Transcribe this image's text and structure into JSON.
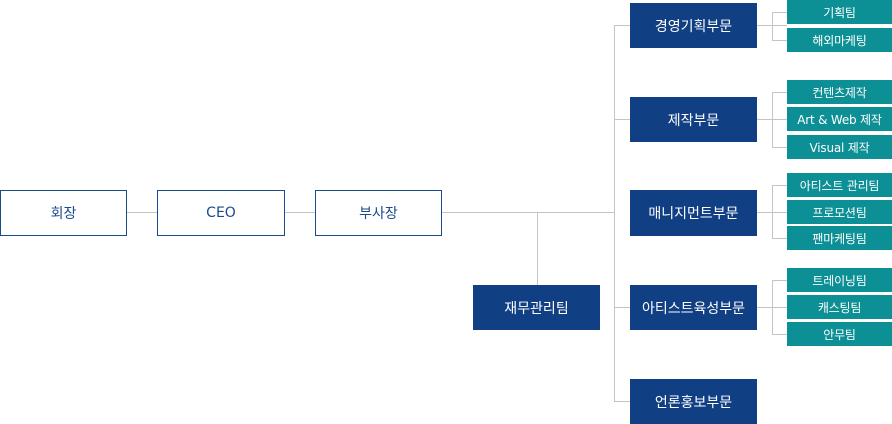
{
  "chart": {
    "top": [
      "회장",
      "CEO",
      "부사장"
    ],
    "finance_team": "재무관리팀",
    "divisions": [
      {
        "name": "경영기획부문",
        "teams": [
          "기획팀",
          "해외마케팅"
        ]
      },
      {
        "name": "제작부문",
        "teams": [
          "컨텐츠제작",
          "Art & Web 제작",
          "Visual 제작"
        ]
      },
      {
        "name": "매니지먼트부문",
        "teams": [
          "아티스트 관리팀",
          "프로모션팀",
          "팬마케팅팀"
        ]
      },
      {
        "name": "아티스트육성부문",
        "teams": [
          "트레이닝팀",
          "캐스팅팀",
          "안무팀"
        ]
      },
      {
        "name": "언론홍보부문",
        "teams": []
      }
    ]
  },
  "colors": {
    "division_box": "#113f84",
    "team_box": "#0c8f95",
    "outline_border": "#1a4a8a",
    "connector": "#c4c4c4"
  }
}
